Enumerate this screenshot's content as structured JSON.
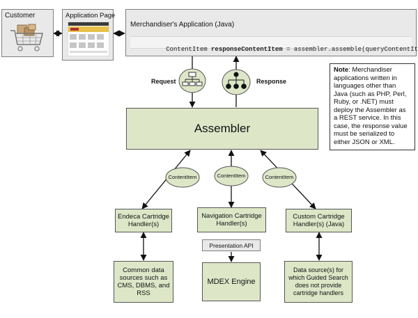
{
  "customer": {
    "title": "Customer"
  },
  "app_page": {
    "title": "Application Page"
  },
  "merch_app": {
    "title": "Merchandiser's Application (Java)",
    "code_prefix": "ContentItem ",
    "code_bold": "responseContentItem",
    "code_suffix": " = assembler.assemble(queryContentItem);"
  },
  "request_label": "Request",
  "response_label": "Response",
  "assembler": "Assembler",
  "content_item_label": "ContentItem",
  "handlers": {
    "endeca": "Endeca Cartridge Handler(s)",
    "navigation": "Navigation Cartridge Handler(s)",
    "custom": "Custom Cartridge Handler(s) (Java)"
  },
  "presentation_api": "Presentation API",
  "sources": {
    "common": "Common data sources such as CMS, DBMS, and RSS",
    "mdex": "MDEX Engine",
    "guided": "Data source(s) for which Guided Search does not provide cartridge handlers"
  },
  "note": {
    "bold": "Note",
    "text": ": Merchandiser applications written in languages other than Java (such as PHP, Perl, Ruby, or .NET) must deploy the Assembler as a REST service. In this case, the response value must be serialized to either JSON or XML."
  }
}
